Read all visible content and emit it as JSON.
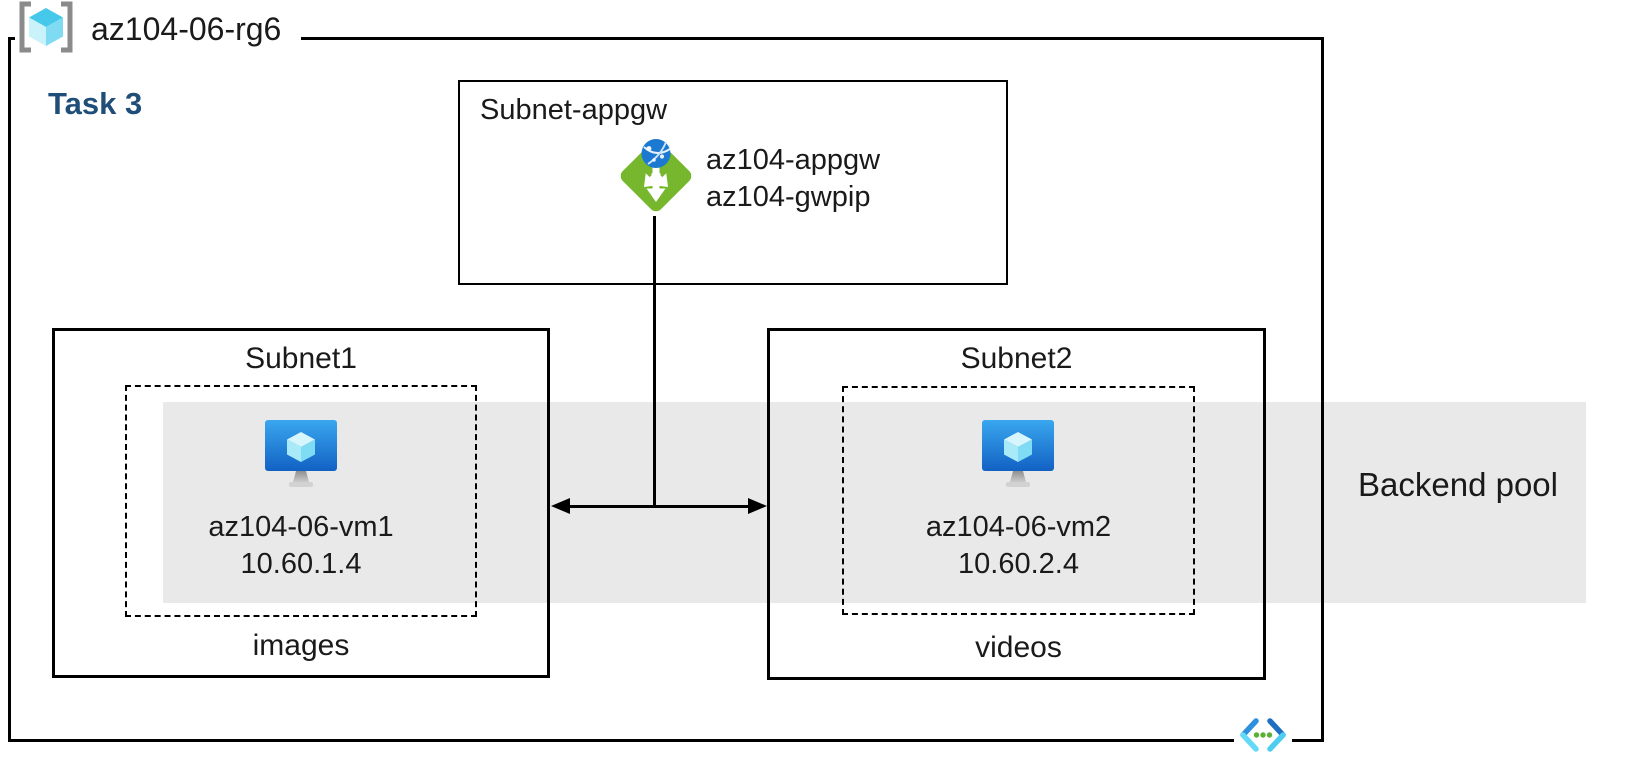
{
  "resource_group": {
    "name": "az104-06-rg6"
  },
  "task": {
    "label": "Task 3"
  },
  "appgw_subnet": {
    "name": "Subnet-appgw",
    "gateway_name": "az104-appgw",
    "public_ip_name": "az104-gwpip"
  },
  "subnet1": {
    "name": "Subnet1",
    "vm_name": "az104-06-vm1",
    "vm_ip": "10.60.1.4",
    "storage_label": "images"
  },
  "subnet2": {
    "name": "Subnet2",
    "vm_name": "az104-06-vm2",
    "vm_ip": "10.60.2.4",
    "storage_label": "videos"
  },
  "backend_pool": {
    "label": "Backend pool"
  },
  "icons": {
    "resource_group_icon": "azure-resource-group (gray brackets with cyan cube)",
    "application_gateway_icon": "azure-application-gateway (green diamond, white arrows, blue globe)",
    "virtual_machine_icon": "azure-virtual-machine (blue monitor with cyan cube)",
    "virtual_network_icon": "azure-virtual-network (blue angle brackets with green dots)"
  },
  "colors": {
    "task_blue": "#1F4E79",
    "band_gray": "#E9E9E9",
    "border_black": "#000000",
    "appgw_green": "#76B72D",
    "globe_blue": "#1B79D2",
    "vm_screen_top": "#3AA7EF",
    "vm_screen_bottom": "#1261C4",
    "cube_cyan": "#45C8E9",
    "vnet_dot_green": "#58B133"
  }
}
